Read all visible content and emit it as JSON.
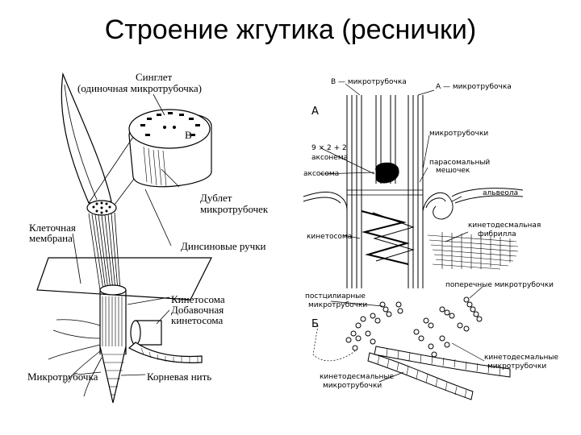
{
  "title": "Строение жгутика (реснички)",
  "left_diagram": {
    "labels": {
      "singlet": "Синглет",
      "singlet_sub": "(одиночная микротрубочка)",
      "doublet": "Дублет",
      "doublet_sub": "микротрубочек",
      "cell_membrane": "Клеточная",
      "cell_membrane_sub": "мембрана",
      "dynein_arms": "Динсиновые ручки",
      "kinetosome": "Кинетосома",
      "extra_kinetosome": "Добавочная",
      "extra_kinetosome_sub": "кинетосома",
      "microtubule": "Микротрубочка",
      "root_fiber": "Корневая нить",
      "cross_section_letter": "B"
    }
  },
  "right_diagram": {
    "panel_a": "А",
    "panel_b": "Б",
    "labels": {
      "b_microtubule": "В — микротрубочка",
      "a_microtubule": "А — микротрубочка",
      "microtubules": "микротрубочки",
      "axoneme_formula": "9 × 2 + 2",
      "axoneme": "аксонема",
      "parasomal": "парасомальный",
      "parasomal_sub": "мешочек",
      "axosome": "аксосома",
      "alveola": "альвеола",
      "kinetosome": "кинетосома",
      "kinetodesmal_fibril": "кинетодесмальная",
      "kinetodesmal_fibril_sub": "фибрилла",
      "transverse_microtubules": "поперечные микротрубочки",
      "postciliary": "постцилиарные",
      "postciliary_sub": "микротрубочки",
      "kinetodesmal_microtubules": "кинетодесмальные",
      "kinetodesmal_microtubules_sub": "микротрубочки",
      "kinetodesmal_microtubules_2": "кинетодесмальные",
      "kinetodesmal_microtubules_2_sub": "микротрубочки"
    }
  }
}
